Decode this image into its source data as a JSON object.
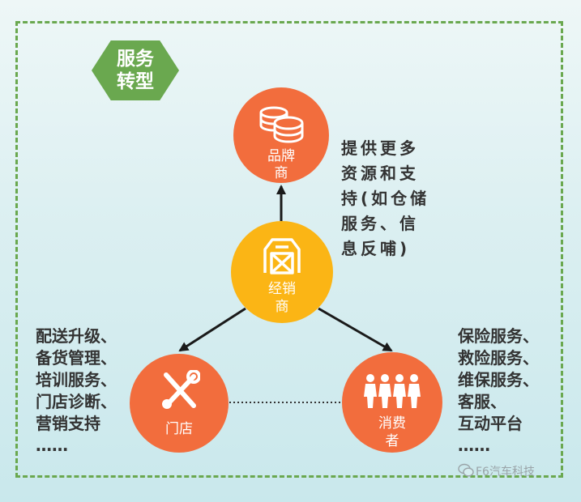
{
  "badge": {
    "line1": "服务",
    "line2": "转型",
    "color": "#6aa84f"
  },
  "nodes": {
    "brand": {
      "line1": "品牌",
      "line2": "商",
      "color": "#f26d3d",
      "icon": "coins-icon"
    },
    "dealer": {
      "line1": "经销",
      "line2": "商",
      "color": "#fbb515",
      "icon": "barn-icon"
    },
    "store": {
      "label": "门店",
      "color": "#f26d3d",
      "icon": "wrench-screwdriver-icon"
    },
    "consumer": {
      "line1": "消费",
      "line2": "者",
      "color": "#f26d3d",
      "icon": "people-icon"
    }
  },
  "descriptions": {
    "brand": [
      "提供更多",
      "资源和支",
      "持(如仓储",
      "服务、信",
      "息反哺)"
    ],
    "store": [
      "配送升级、",
      "备货管理、",
      "培训服务、",
      "门店诊断、",
      "营销支持",
      "……"
    ],
    "consumer": [
      "保险服务、",
      "救险服务、",
      "维保服务、",
      "客服、",
      "互动平台",
      "……"
    ]
  },
  "watermark": {
    "text": "F6汽车科技",
    "icon": "wechat-icon"
  },
  "colors": {
    "frame": "#6aa84f",
    "arrow": "#1a1a1a"
  }
}
